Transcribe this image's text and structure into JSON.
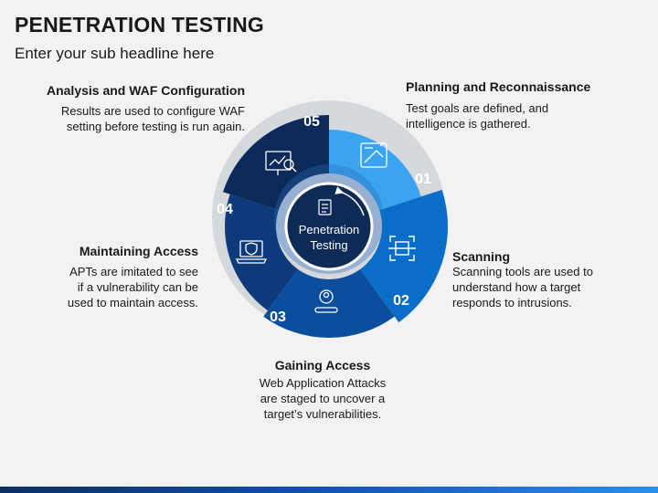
{
  "slide": {
    "title": "PENETRATION TESTING",
    "subtitle": "Enter your sub headline here"
  },
  "center": {
    "line1": "Penetration",
    "line2": "Testing"
  },
  "steps": [
    {
      "number": "01",
      "title": "Planning and Reconnaissance",
      "desc": [
        "Test goals are defined, and",
        "intelligence is gathered."
      ],
      "icon": "blueprint-icon",
      "color": "#3aa4f0"
    },
    {
      "number": "02",
      "title": "Scanning",
      "desc": [
        "Scanning tools are used to",
        "understand how a target",
        "responds to intrusions."
      ],
      "icon": "scan-frame-icon",
      "color": "#0a6dc7"
    },
    {
      "number": "03",
      "title": "Gaining Access",
      "desc": [
        "Web Application Attacks",
        "are staged to uncover a",
        "target’s vulnerabilities."
      ],
      "icon": "user-access-icon",
      "color": "#0b4e9e"
    },
    {
      "number": "04",
      "title": "Maintaining Access",
      "desc": [
        "APTs are imitated to see",
        "if a vulnerability can be",
        "used to maintain access."
      ],
      "icon": "secure-laptop-icon",
      "color": "#0d3a7a"
    },
    {
      "number": "05",
      "title": "Analysis and WAF Configuration",
      "desc": [
        "Results are used to configure WAF",
        "setting before testing is run again."
      ],
      "icon": "presentation-analysis-icon",
      "color": "#0b2a5a"
    }
  ],
  "colors": {
    "hub": "#0e2a56",
    "hub_ring": "#ffffff",
    "background": "#f2f2f2"
  }
}
